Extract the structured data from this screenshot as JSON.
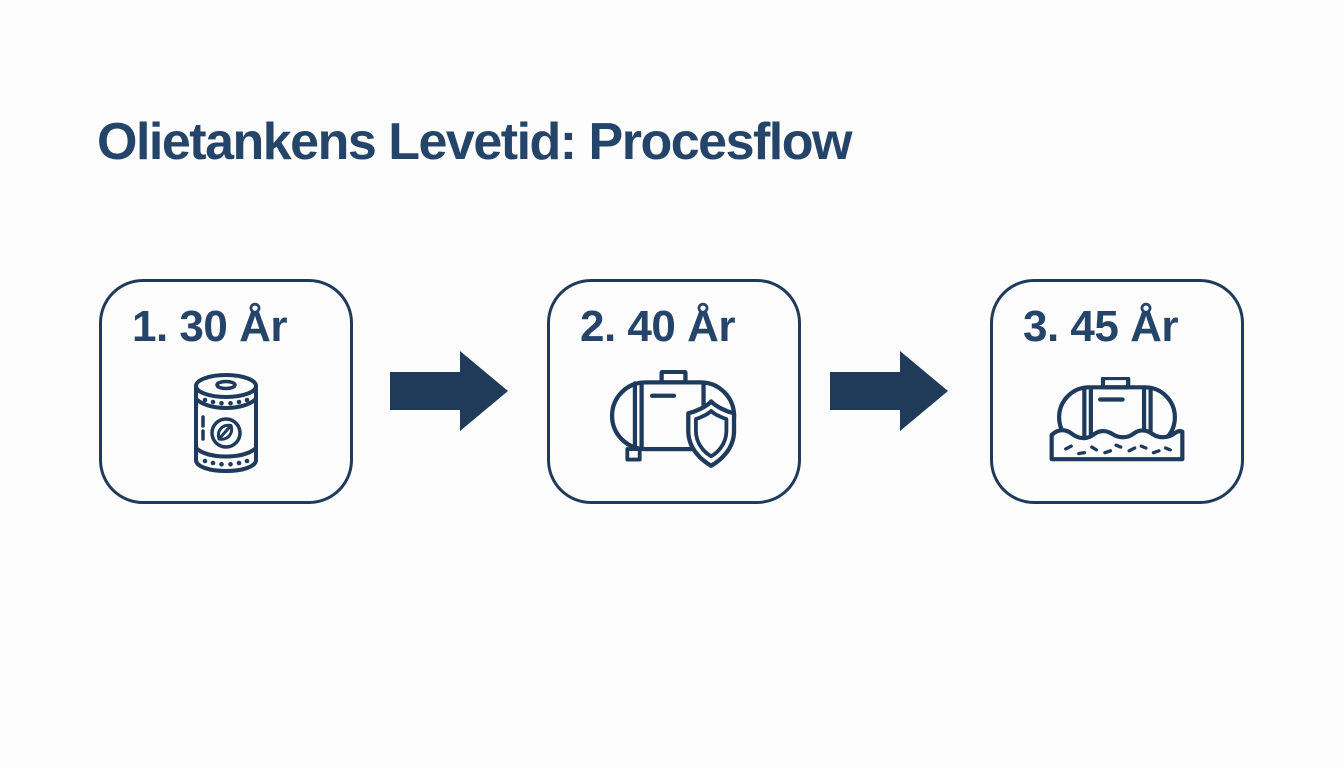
{
  "page": {
    "background_color": "#fdfdfd"
  },
  "title": {
    "text": "Olietankens Levetid: Procesflow",
    "color": "#254469"
  },
  "flow": {
    "stroke_color": "#1e3a5c",
    "arrow_color": "#1f3b59",
    "steps": [
      {
        "label": "1. 30 År",
        "icon": "oil-drum-icon"
      },
      {
        "label": "2. 40 År",
        "icon": "tank-with-shield-icon"
      },
      {
        "label": "3. 45 År",
        "icon": "buried-tank-icon"
      }
    ]
  }
}
